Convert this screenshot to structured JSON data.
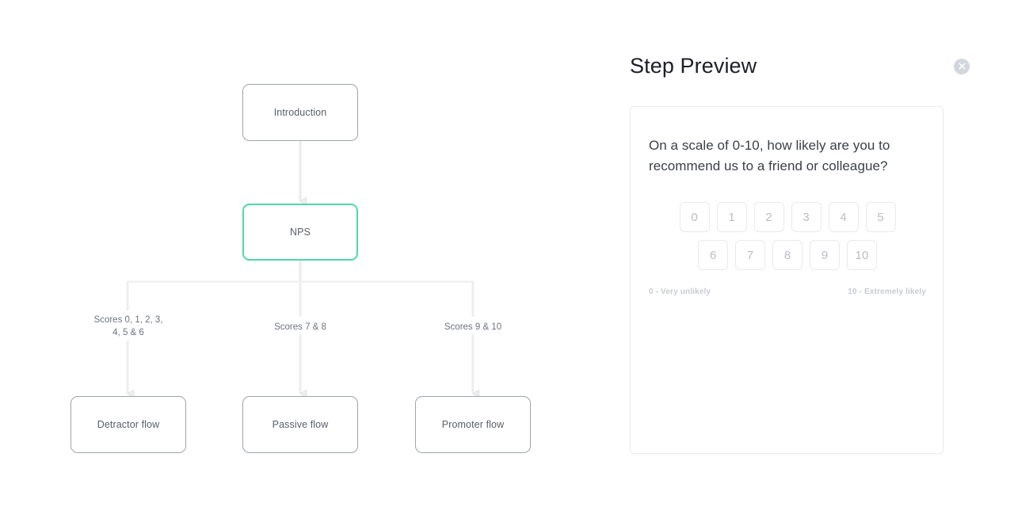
{
  "flow": {
    "nodes": [
      {
        "id": "introduction",
        "label": "Introduction",
        "accent": false
      },
      {
        "id": "nps",
        "label": "NPS",
        "accent": true
      },
      {
        "id": "detractor",
        "label": "Detractor flow",
        "accent": false
      },
      {
        "id": "passive",
        "label": "Passive flow",
        "accent": false
      },
      {
        "id": "promoter",
        "label": "Promoter flow",
        "accent": false
      }
    ],
    "edge_labels": {
      "detractor_line1": "Scores 0, 1, 2, 3,",
      "detractor_line2": "4, 5 & 6",
      "passive": "Scores 7 & 8",
      "promoter": "Scores 9 & 10"
    },
    "colors": {
      "node_border": "#9ea4ad",
      "accent_border": "#4fd8a5",
      "connector": "#e3e5e9",
      "label_text": "#6e747d"
    }
  },
  "preview": {
    "title": "Step Preview",
    "close_icon": "close-circle-icon",
    "question": "On a scale of 0-10, how likely are you to recommend us to a friend or colleague?",
    "scores_row_1": [
      "0",
      "1",
      "2",
      "3",
      "4",
      "5"
    ],
    "scores_row_2": [
      "6",
      "7",
      "8",
      "9",
      "10"
    ],
    "scale_low_label": "0 - Very unlikely",
    "scale_high_label": "10 - Extremely likely",
    "colors": {
      "card_border": "#ebecee",
      "score_border": "#e9eaec",
      "score_text": "#b9bdc4",
      "scale_label": "#c8ccd2",
      "close_bg": "#d3d7dd"
    }
  }
}
